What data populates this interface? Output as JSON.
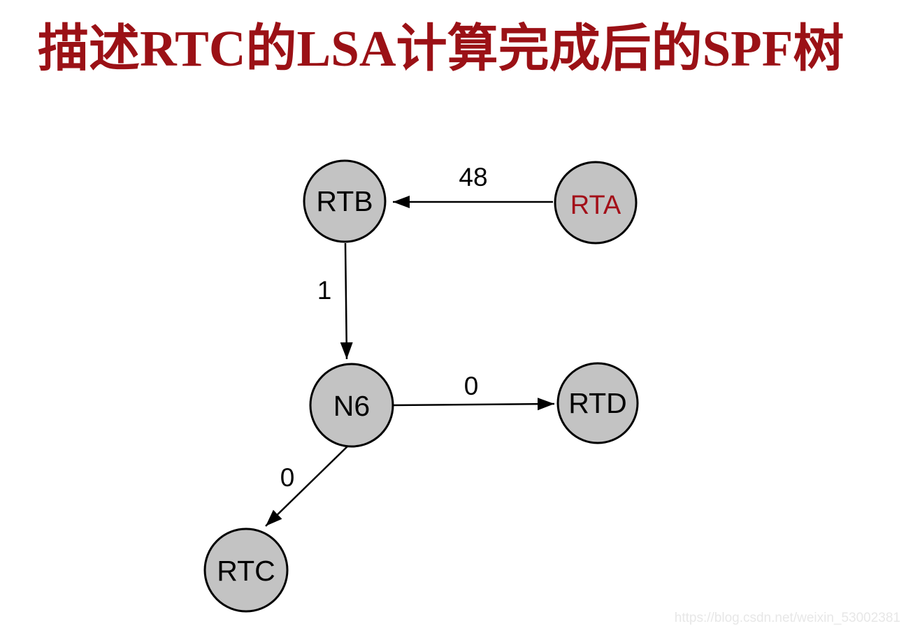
{
  "title": {
    "text": "描述RTC的LSA计算完成后的SPF树",
    "color": "#9B1116"
  },
  "diagram": {
    "node_fill": "#C3C3C3",
    "node_stroke": "#000000",
    "nodes": [
      {
        "id": "RTB",
        "label": "RTB",
        "label_color": "#000000"
      },
      {
        "id": "RTA",
        "label": "RTA",
        "label_color": "#A31019"
      },
      {
        "id": "N6",
        "label": "N6",
        "label_color": "#000000"
      },
      {
        "id": "RTD",
        "label": "RTD",
        "label_color": "#000000"
      },
      {
        "id": "RTC",
        "label": "RTC",
        "label_color": "#000000"
      }
    ],
    "edges": [
      {
        "from": "RTA",
        "to": "RTB",
        "cost": "48"
      },
      {
        "from": "RTB",
        "to": "N6",
        "cost": "1"
      },
      {
        "from": "N6",
        "to": "RTD",
        "cost": "0"
      },
      {
        "from": "N6",
        "to": "RTC",
        "cost": "0"
      }
    ]
  },
  "watermark": {
    "text": "https://blog.csdn.net/weixin_53002381"
  }
}
